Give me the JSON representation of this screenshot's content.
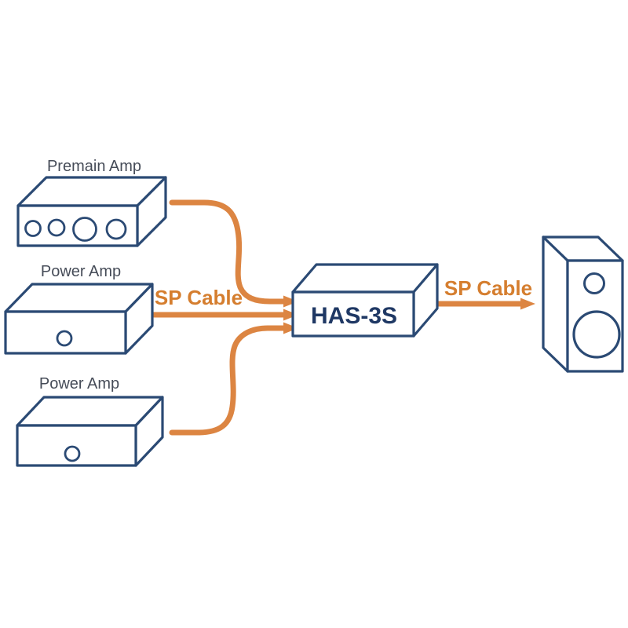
{
  "diagram": {
    "type": "audio-connection-diagram",
    "nodes": {
      "premain_amp": {
        "label": "Premain Amp"
      },
      "power_amp_top": {
        "label": "Power Amp"
      },
      "power_amp_bottom": {
        "label": "Power Amp"
      },
      "switcher": {
        "label": "HAS-3S"
      },
      "speaker": {
        "icon": "speaker-icon"
      }
    },
    "labels": {
      "sp_cable_left": "SP Cable",
      "sp_cable_right": "SP Cable"
    },
    "edges": [
      {
        "from": "premain_amp",
        "to": "switcher",
        "cable": "SP Cable"
      },
      {
        "from": "power_amp_top",
        "to": "switcher",
        "cable": "SP Cable"
      },
      {
        "from": "power_amp_bottom",
        "to": "switcher",
        "cable": "SP Cable"
      },
      {
        "from": "switcher",
        "to": "speaker",
        "cable": "SP Cable"
      }
    ],
    "colors": {
      "box_stroke_navy": "#2b4a74",
      "device_text_navy": "#1f3864",
      "cable_orange": "#dc8542",
      "cable_text_orange": "#d57e2f",
      "node_label_gray": "#464c58",
      "background": "#ffffff"
    }
  }
}
